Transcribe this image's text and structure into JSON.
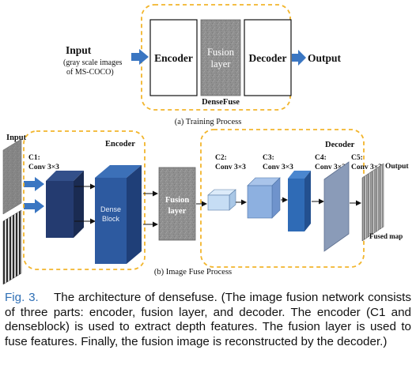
{
  "colors": {
    "dash": "#f2b52c",
    "arrow": "#3a76c2",
    "fusion_gray": "#8f8f8f",
    "caption_label": "#2f6fb5"
  },
  "training": {
    "input_title": "Input",
    "input_desc_line1": "(gray scale images",
    "input_desc_line2": "of MS-COCO)",
    "encoder": "Encoder",
    "fusion_line1": "Fusion",
    "fusion_line2": "layer",
    "decoder": "Decoder",
    "output": "Output",
    "group_label": "DenseFuse",
    "caption": "(a) Training Process"
  },
  "fuse": {
    "input": "Input",
    "encoder": "Encoder",
    "decoder": "Decoder",
    "c1_line1": "C1:",
    "c1_line2": "Conv 3×3",
    "dense_line1": "Dense",
    "dense_line2": "Block",
    "fusion_line1": "Fusion",
    "fusion_line2": "layer",
    "c2_line1": "C2:",
    "c2_line2": "Conv 3×3",
    "c3_line1": "C3:",
    "c3_line2": "Conv 3×3",
    "c4_line1": "C4:",
    "c4_line2": "Conv 3×3",
    "c5_line1": "C5:",
    "c5_line2": "Conv 3×3",
    "output": "Output",
    "fused_map": "Fused map",
    "caption": "(b) Image Fuse Process"
  },
  "figure_caption": {
    "label": "Fig. 3.",
    "text": "The architecture of densefuse. (The image fusion network consists of three parts: encoder, fusion layer, and decoder. The encoder (C1 and denseblock) is used to extract depth features. The fusion layer is used to fuse features. Finally, the fusion image is reconstructed by the decoder.)"
  }
}
